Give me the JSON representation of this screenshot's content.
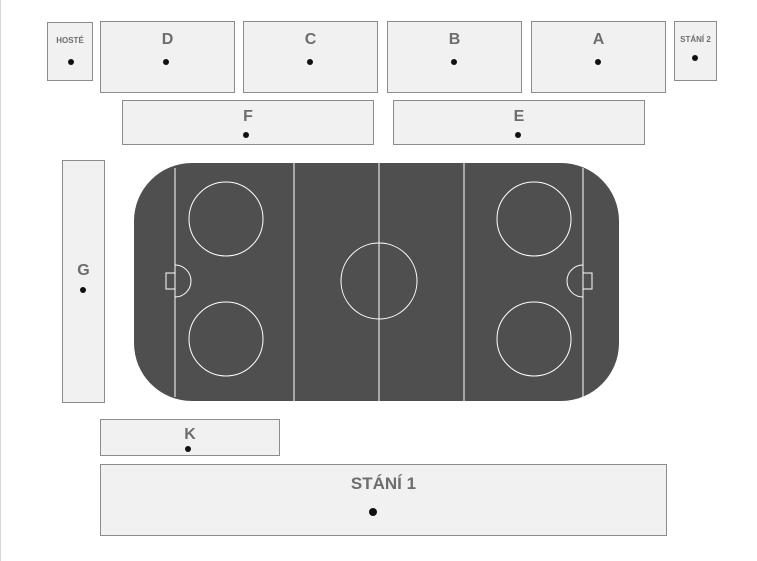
{
  "sections": {
    "hoste": {
      "label": "HOSTÉ"
    },
    "d": {
      "label": "D"
    },
    "c": {
      "label": "C"
    },
    "b": {
      "label": "B"
    },
    "a": {
      "label": "A"
    },
    "stani2": {
      "label": "STÁNÍ 2"
    },
    "f": {
      "label": "F"
    },
    "e": {
      "label": "E"
    },
    "g": {
      "label": "G"
    },
    "k": {
      "label": "K"
    },
    "stani1": {
      "label": "STÁNÍ 1"
    }
  },
  "colors": {
    "section_fill": "#f1f1f1",
    "section_border": "#8c8c8c",
    "label_text": "#6d6d6d",
    "marker_dot": "#111111",
    "ice_surface": "#4f4f4f",
    "rink_lines": "#ffffff"
  }
}
